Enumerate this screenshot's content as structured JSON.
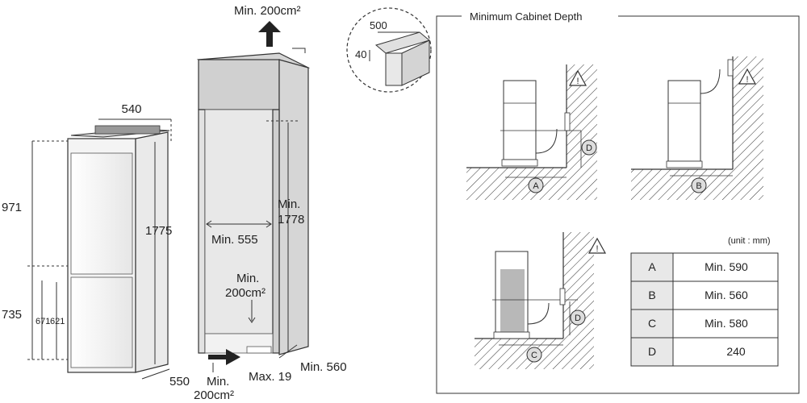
{
  "fridge": {
    "width": "540",
    "height_total": "1775",
    "height_upper": "971",
    "height_lower": "735",
    "door_a": "671",
    "door_b": "621",
    "depth": "550"
  },
  "cabinet": {
    "top_vent": "Min. 200cm²",
    "inner_width": "Min. 555",
    "inner_height_1": "Min.",
    "inner_height_2": "1778",
    "mid_vent_1": "Min.",
    "mid_vent_2": "200cm²",
    "bottom_vent_1": "Min.",
    "bottom_vent_2": "200cm²",
    "max_gap": "Max. 19",
    "depth": "Min. 560"
  },
  "detail": {
    "width": "500",
    "height": "40"
  },
  "panel": {
    "title": "Minimum Cabinet Depth",
    "unit": "(unit : mm)",
    "marker_a": "A",
    "marker_b": "B",
    "marker_c": "C",
    "marker_d": "D",
    "warning": "!",
    "rows": [
      {
        "key": "A",
        "value": "Min. 590"
      },
      {
        "key": "B",
        "value": "Min. 560"
      },
      {
        "key": "C",
        "value": "Min. 580"
      },
      {
        "key": "D",
        "value": "240"
      }
    ]
  },
  "colors": {
    "line": "#222222",
    "shade": "#e8e8e8",
    "cabinet": "#dedede",
    "water": "#b8b8b8"
  }
}
